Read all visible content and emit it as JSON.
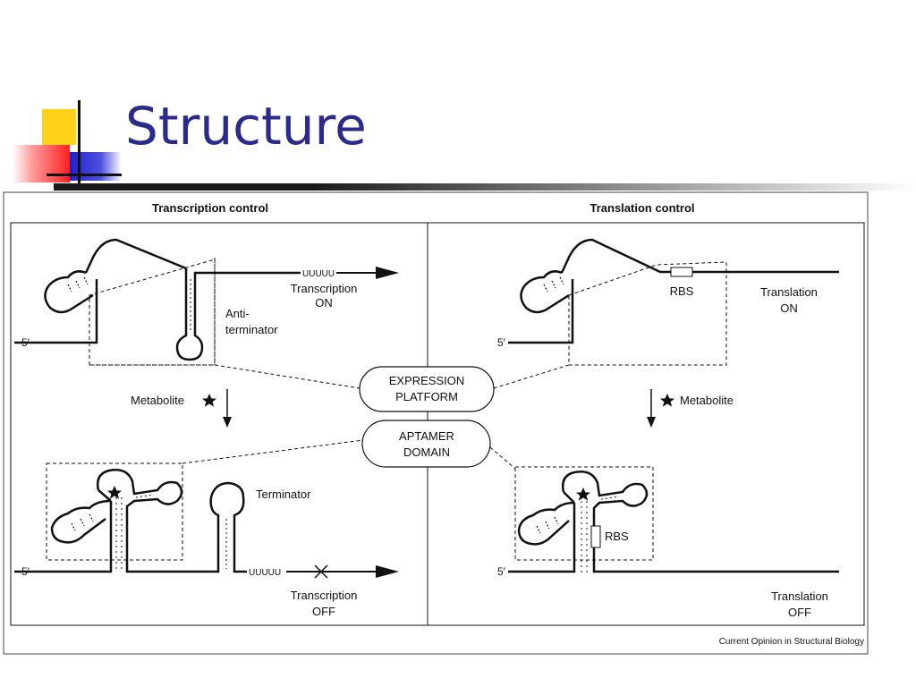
{
  "slide": {
    "title": "Structure"
  },
  "figure": {
    "left_heading": "Transcription control",
    "right_heading": "Translation control",
    "five_prime": "5′",
    "uuuuu": "UUUUU",
    "transcription_on_1": "Transcription",
    "transcription_on_2": "ON",
    "anti_terminator_1": "Anti-",
    "anti_terminator_2": "terminator",
    "metabolite_left": "Metabolite",
    "metabolite_right": "Metabolite",
    "expression_platform_1": "EXPRESSION",
    "expression_platform_2": "PLATFORM",
    "aptamer_domain_1": "APTAMER",
    "aptamer_domain_2": "DOMAIN",
    "terminator": "Terminator",
    "transcription_off_1": "Transcription",
    "transcription_off_2": "OFF",
    "rbs_top": "RBS",
    "rbs_bottom": "RBS",
    "translation_on_1": "Translation",
    "translation_on_2": "ON",
    "translation_off_1": "Translation",
    "translation_off_2": "OFF",
    "credit": "Current Opinion in Structural Biology"
  }
}
